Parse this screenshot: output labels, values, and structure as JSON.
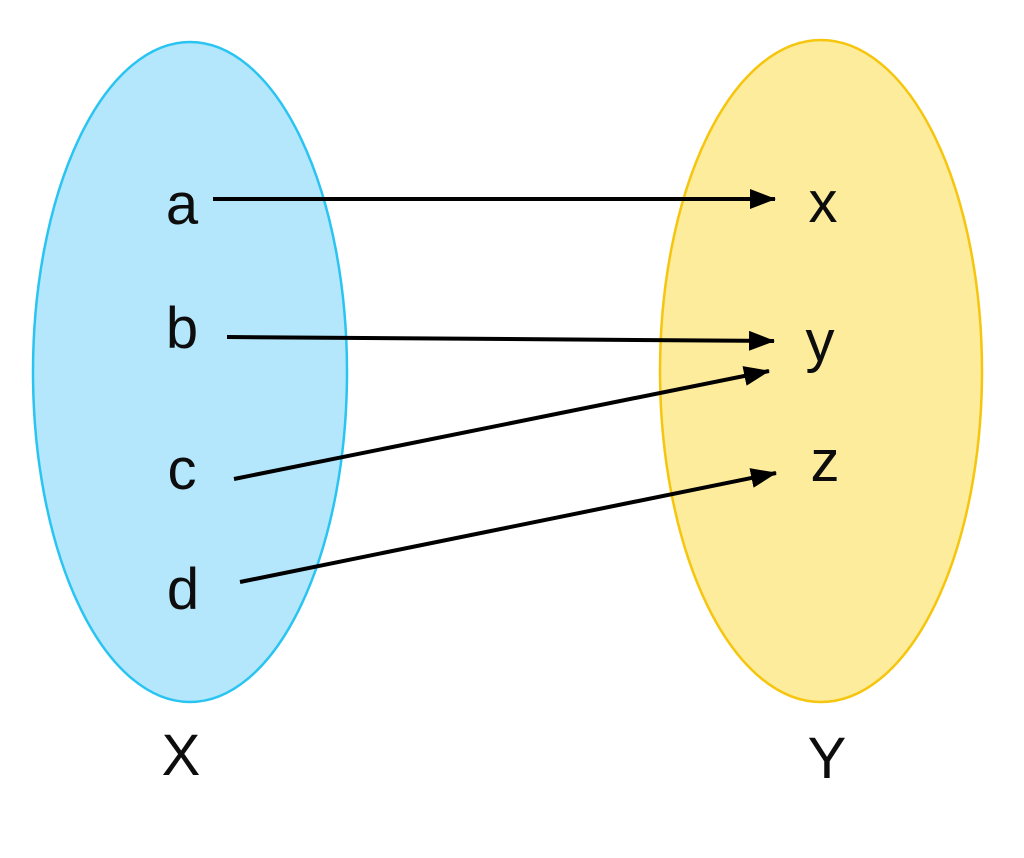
{
  "diagram": {
    "type": "function-mapping",
    "domain_set": {
      "name": "X",
      "elements": [
        "a",
        "b",
        "c",
        "d"
      ],
      "fill": "#b5e7fc",
      "border": "#2ac4f2"
    },
    "codomain_set": {
      "name": "Y",
      "elements": [
        "x",
        "y",
        "z"
      ],
      "fill": "#fdec9b",
      "border": "#f6c50e"
    },
    "mappings": [
      {
        "from": "a",
        "to": "x"
      },
      {
        "from": "b",
        "to": "y"
      },
      {
        "from": "c",
        "to": "y"
      },
      {
        "from": "d",
        "to": "z"
      }
    ],
    "arrow_color": "#000000",
    "text_color": "#0d0d0d",
    "background": "#ffffff"
  }
}
